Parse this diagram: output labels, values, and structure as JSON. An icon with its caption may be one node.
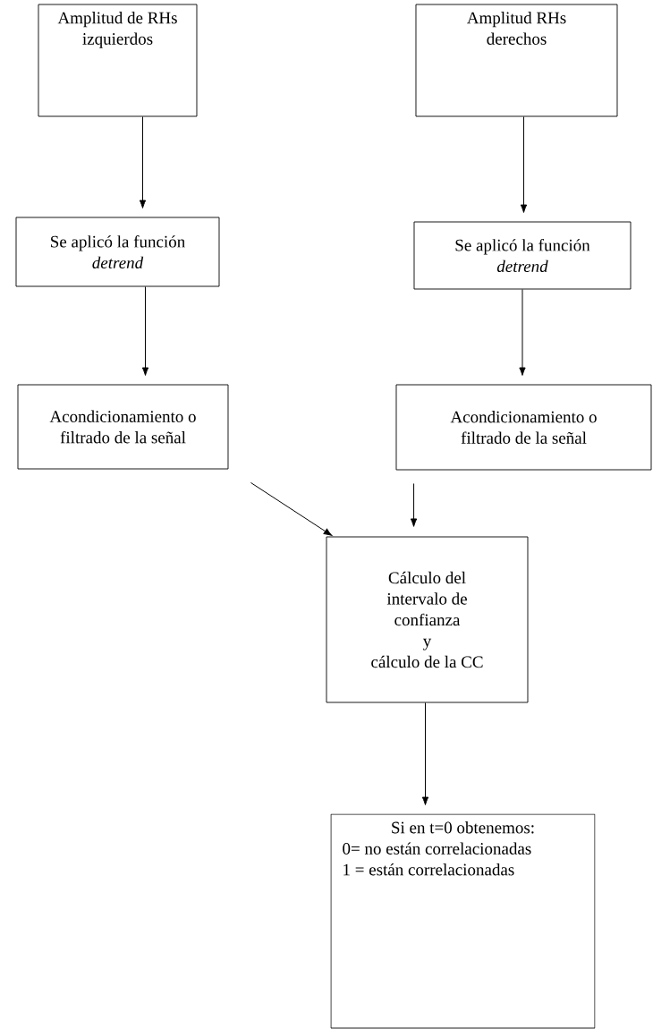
{
  "diagram": {
    "nodes": [
      {
        "text": [
          "Amplitud de RHs izquierdos"
        ]
      },
      {
        "text": [
          "Amplitud RHs derechos"
        ]
      },
      {
        "text": [
          "Se aplicó la función *detrend*"
        ]
      },
      {
        "text": [
          "Se aplicó la función *detrend*"
        ]
      },
      {
        "text": [
          "Acondicionamiento o filtrado de la señal"
        ]
      },
      {
        "text": [
          "Acondicionamiento o filtrado de la señal"
        ]
      },
      {
        "text": [
          "Cálculo del intervalo de confianza",
          "y",
          "cálculo de la CC"
        ]
      },
      {
        "text": [
          "Si en t=0 obtenemos:",
          "0= no están correlacionadas",
          "1 = están correlacionadas"
        ]
      }
    ],
    "edges": [
      {
        "from": 0,
        "to": 2,
        "arrow": "to"
      },
      {
        "from": 1,
        "to": 3,
        "arrow": "to"
      },
      {
        "from": 2,
        "to": 4,
        "arrow": "to"
      },
      {
        "from": 3,
        "to": 5,
        "arrow": "to"
      },
      {
        "from": 4,
        "to": 6,
        "arrow": "to"
      },
      {
        "from": 5,
        "to": 6,
        "arrow": "to"
      },
      {
        "from": 6,
        "to": 7,
        "arrow": "to"
      }
    ]
  }
}
